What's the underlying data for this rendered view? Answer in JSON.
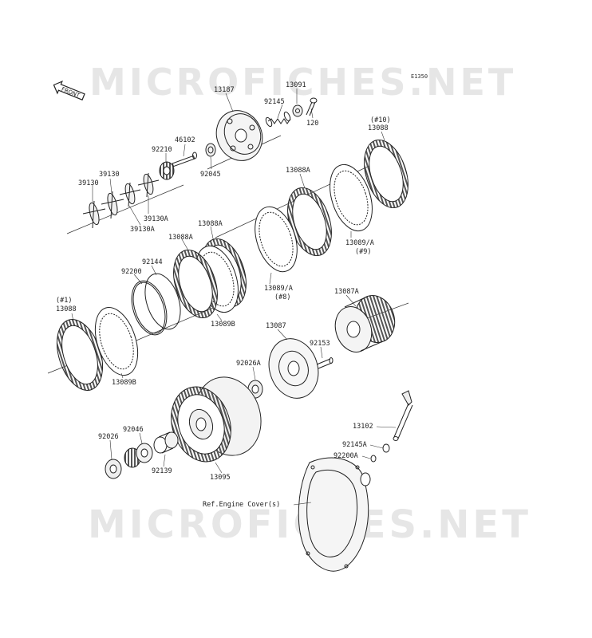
{
  "watermark": "MICROFICHES.NET",
  "diagram_code": "E1350",
  "front_label": "FRONT",
  "labels": [
    {
      "id": "l13187",
      "text": "13187"
    },
    {
      "id": "l13091",
      "text": "13091"
    },
    {
      "id": "l92145",
      "text": "92145"
    },
    {
      "id": "l120",
      "text": "120"
    },
    {
      "id": "l46102",
      "text": "46102"
    },
    {
      "id": "l92210",
      "text": "92210"
    },
    {
      "id": "l92045",
      "text": "92045"
    },
    {
      "id": "l39130a",
      "text": "39130"
    },
    {
      "id": "l39130b",
      "text": "39130"
    },
    {
      "id": "l39130A1",
      "text": "39130A"
    },
    {
      "id": "l39130A2",
      "text": "39130A"
    },
    {
      "id": "l10",
      "text": "(#10)"
    },
    {
      "id": "l13088top",
      "text": "13088"
    },
    {
      "id": "l13088A1",
      "text": "13088A"
    },
    {
      "id": "l13088A2",
      "text": "13088A"
    },
    {
      "id": "l13088A3",
      "text": "13088A"
    },
    {
      "id": "l13089A9",
      "text": "13089/A"
    },
    {
      "id": "l9",
      "text": "(#9)"
    },
    {
      "id": "l92144",
      "text": "92144"
    },
    {
      "id": "l92200",
      "text": "92200"
    },
    {
      "id": "l13089A8",
      "text": "13089/A"
    },
    {
      "id": "l8",
      "text": "(#8)"
    },
    {
      "id": "l13089B1",
      "text": "13089B"
    },
    {
      "id": "l1",
      "text": "(#1)"
    },
    {
      "id": "l13088left",
      "text": "13088"
    },
    {
      "id": "l13089B2",
      "text": "13089B"
    },
    {
      "id": "l13087A",
      "text": "13087A"
    },
    {
      "id": "l13087",
      "text": "13087"
    },
    {
      "id": "l92153",
      "text": "92153"
    },
    {
      "id": "l92026A",
      "text": "92026A"
    },
    {
      "id": "l92046",
      "text": "92046"
    },
    {
      "id": "l92026",
      "text": "92026"
    },
    {
      "id": "l92139",
      "text": "92139"
    },
    {
      "id": "l13095",
      "text": "13095"
    },
    {
      "id": "l13102",
      "text": "13102"
    },
    {
      "id": "l92145A",
      "text": "92145A"
    },
    {
      "id": "l92200A",
      "text": "92200A"
    },
    {
      "id": "lref",
      "text": "Ref.Engine Cover(s)"
    }
  ]
}
